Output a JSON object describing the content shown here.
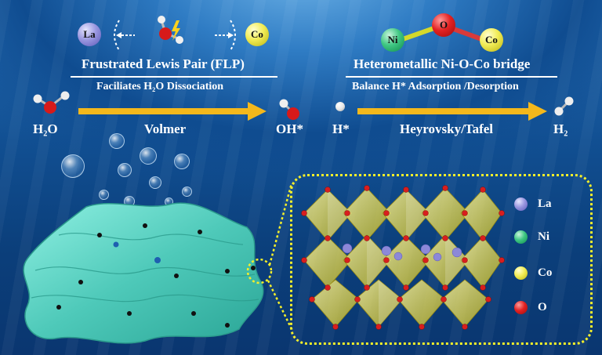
{
  "flp": {
    "title": "Frustrated Lewis Pair (FLP)",
    "subtitle": "Faciliates H₂O Dissociation",
    "la_label": "La",
    "co_label": "Co"
  },
  "bridge": {
    "title": "Heterometallic Ni-O-Co bridge",
    "subtitle": "Balance H* Adsorption /Desorption",
    "ni_label": "Ni",
    "o_label": "O",
    "co_label": "Co"
  },
  "reaction": {
    "h2o": "H₂O",
    "volmer": "Volmer",
    "oh": "OH*",
    "h_star": "H*",
    "heyrovsky": "Heyrovsky/Tafel",
    "h2": "H₂"
  },
  "legend": [
    {
      "label": "La",
      "color": "#8c88d8"
    },
    {
      "label": "Ni",
      "color": "#2fb574"
    },
    {
      "label": "Co",
      "color": "#ece64a"
    },
    {
      "label": "O",
      "color": "#d81e1e"
    }
  ],
  "colors": {
    "arrow": "#f4b81c",
    "dotted_border": "#f5ef2a",
    "sheet": "#5fd6c8"
  }
}
